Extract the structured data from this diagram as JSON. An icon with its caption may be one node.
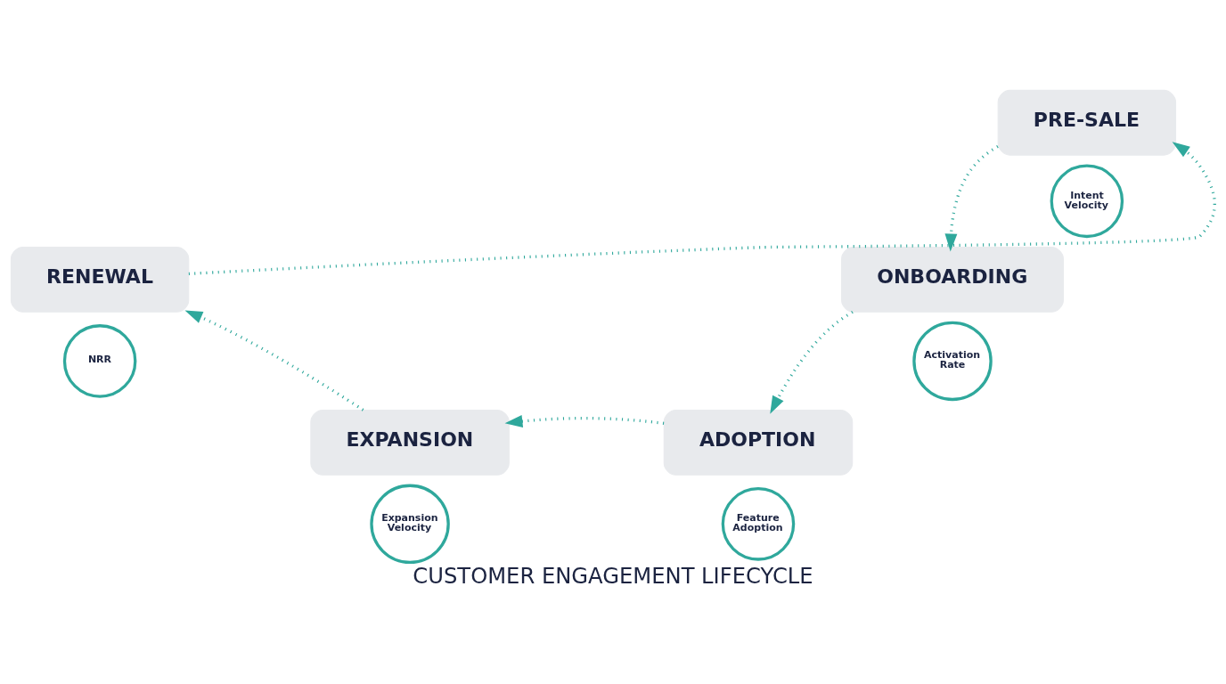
{
  "diagram": {
    "title": "CUSTOMER ENGAGEMENT LIFECYCLE",
    "nodes": [
      {
        "text": [
          "PRE-SALE"
        ]
      },
      {
        "text": [
          "Intent Velocity"
        ]
      },
      {
        "text": [
          "ONBOARDING"
        ]
      },
      {
        "text": [
          "Activation Rate"
        ]
      },
      {
        "text": [
          "ADOPTION"
        ]
      },
      {
        "text": [
          "Feature Adoption"
        ]
      },
      {
        "text": [
          "EXPANSION"
        ]
      },
      {
        "text": [
          "Expansion Velocity"
        ]
      },
      {
        "text": [
          "RENEWAL"
        ]
      },
      {
        "text": [
          "NRR"
        ]
      }
    ],
    "edges": [
      {
        "from": 0,
        "to": 2,
        "arrow": "to"
      },
      {
        "from": 2,
        "to": 4,
        "arrow": "to"
      },
      {
        "from": 4,
        "to": 6,
        "arrow": "to"
      },
      {
        "from": 6,
        "to": 8,
        "arrow": "to"
      },
      {
        "from": 8,
        "to": 0,
        "arrow": "to"
      }
    ]
  }
}
